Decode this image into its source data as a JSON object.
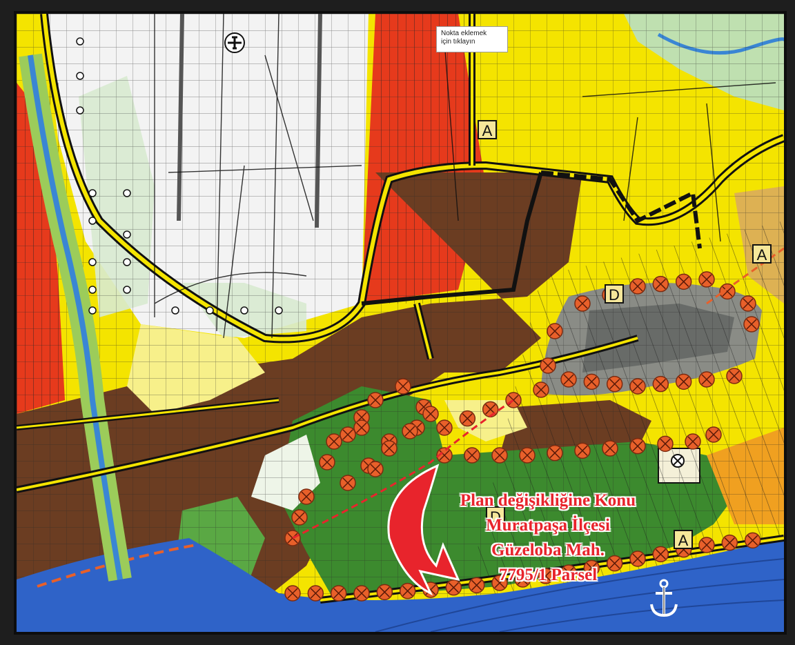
{
  "tooltip": {
    "line1": "Nokta eklemek",
    "line2": "için tıklayın"
  },
  "annotation": {
    "line1": "Plan değişikliğine  Konu",
    "line2": "Muratpaşa İlçesi",
    "line3": "Güzeloba Mah.",
    "line4": "7795/1 Parsel"
  },
  "zone_labels": {
    "a1": "A",
    "a2": "A",
    "a3": "A",
    "d1": "D",
    "d2": "D"
  },
  "icons": [
    "airport-icon",
    "anchor-icon",
    "crossed-circle-icon"
  ],
  "colors": {
    "residential_yellow": "#f4e400",
    "commercial_red": "#e63a1c",
    "brown_zone": "#6b3d22",
    "green_zone": "#3c8a2e",
    "sea_blue": "#2f63c8",
    "light_green": "#bfe0b0",
    "marker_orange": "#e8602a"
  }
}
